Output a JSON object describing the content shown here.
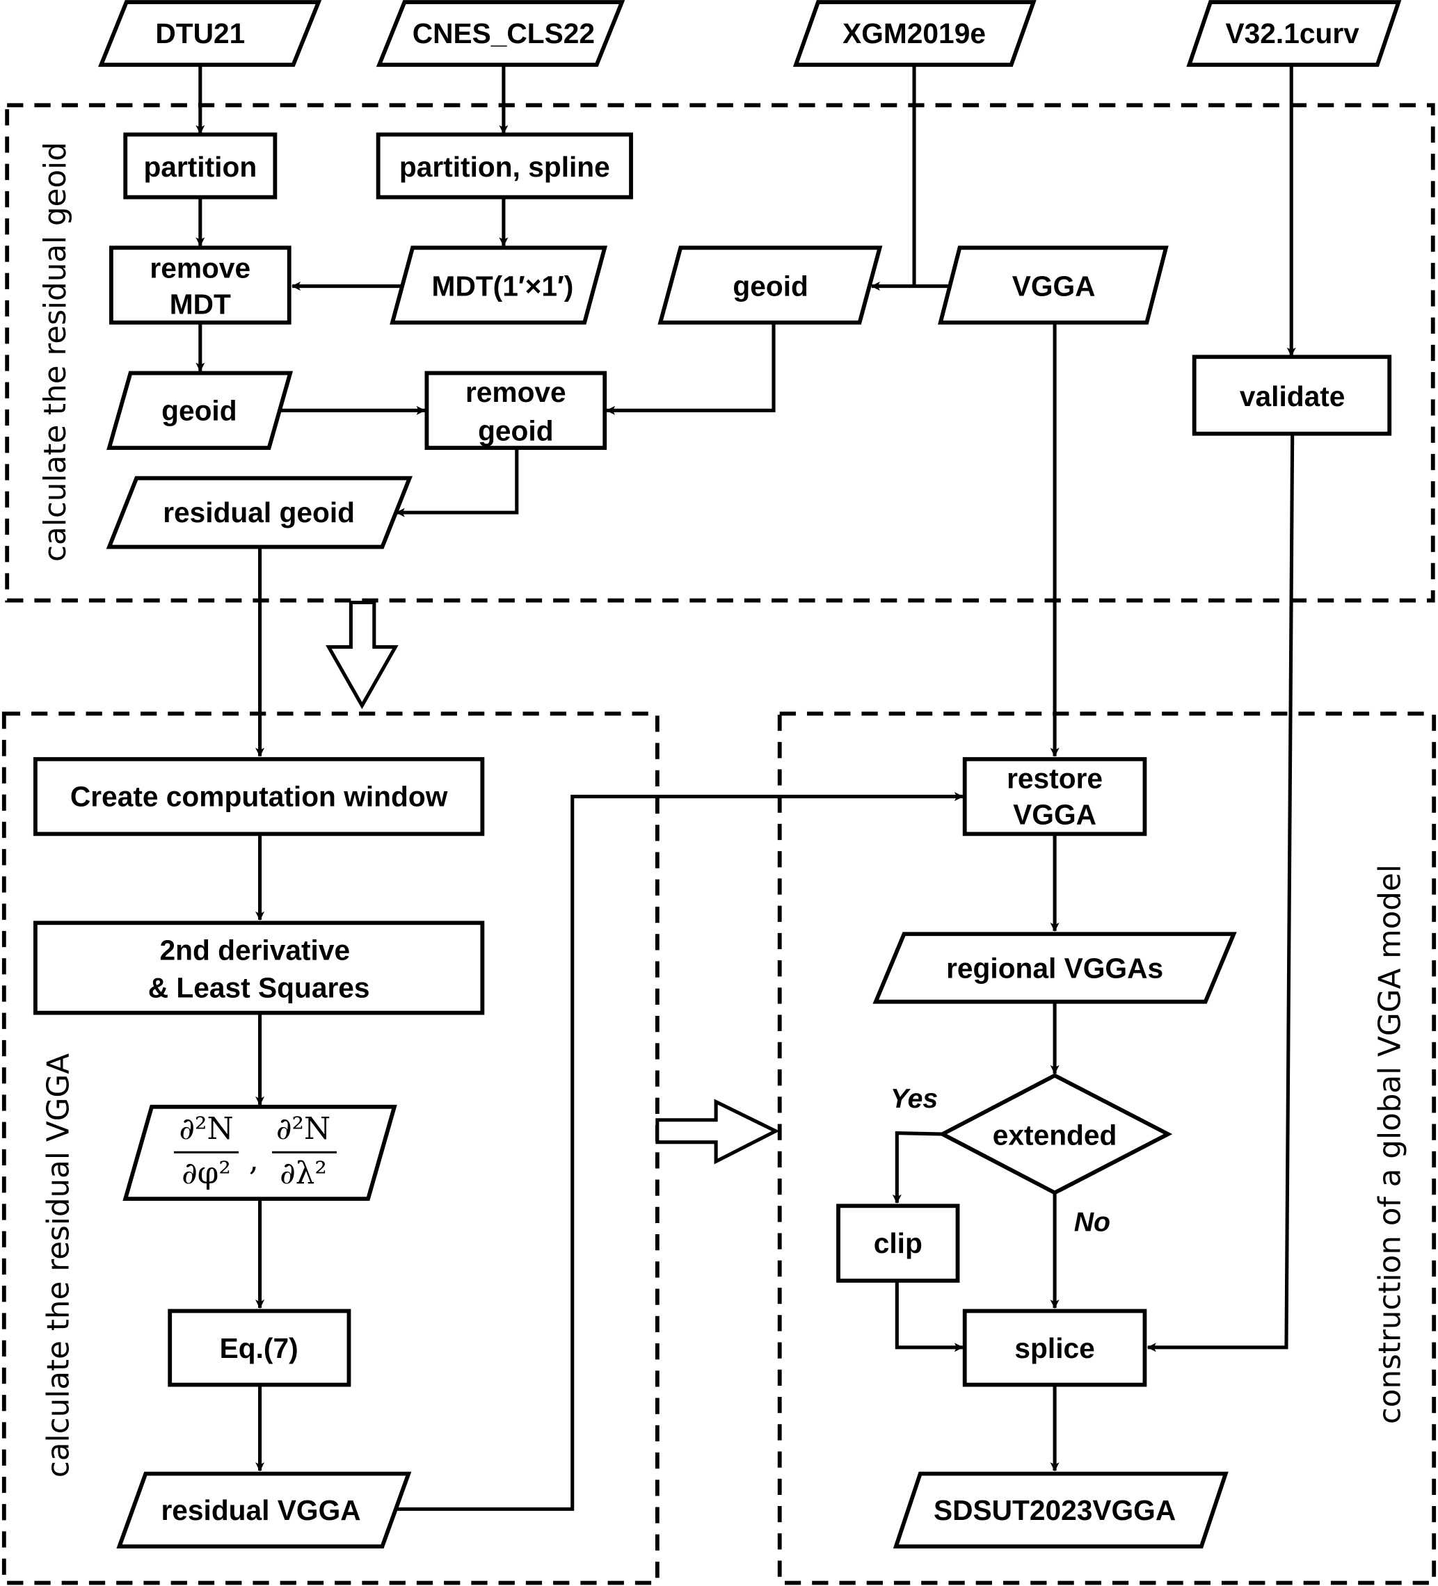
{
  "groups": {
    "residual_geoid": "calculate the residual geoid",
    "residual_vgga": "calculate the residual VGGA",
    "global_model": "construction of a global VGGA model"
  },
  "inputs": {
    "dtu21": "DTU21",
    "cnes": "CNES_CLS22",
    "xgm": "XGM2019e",
    "v32": "V32.1curv"
  },
  "nodes": {
    "partition": "partition",
    "partition_spline": "partition, spline",
    "remove_mdt_1": "remove",
    "remove_mdt_2": "MDT",
    "mdt": "MDT(1′×1′)",
    "geoid_model": "geoid",
    "vgga": "VGGA",
    "validate": "validate",
    "geoid_left": "geoid",
    "remove_geoid_1": "remove",
    "remove_geoid_2": "geoid",
    "residual_geoid": "residual geoid",
    "create_window": "Create computation window",
    "derivative_1": "2nd derivative",
    "derivative_2": "& Least Squares",
    "eq7": "Eq.(7)",
    "residual_vgga": "residual VGGA",
    "restore_1": "restore",
    "restore_2": "VGGA",
    "regional": "regional VGGAs",
    "extended": "extended",
    "clip": "clip",
    "splice": "splice",
    "output": "SDSUT2023VGGA"
  },
  "formula": {
    "num1": "∂²N",
    "den1": "∂φ²",
    "sep": ",",
    "num2": "∂²N",
    "den2": "∂λ²"
  },
  "branch_labels": {
    "yes": "Yes",
    "no": "No"
  }
}
